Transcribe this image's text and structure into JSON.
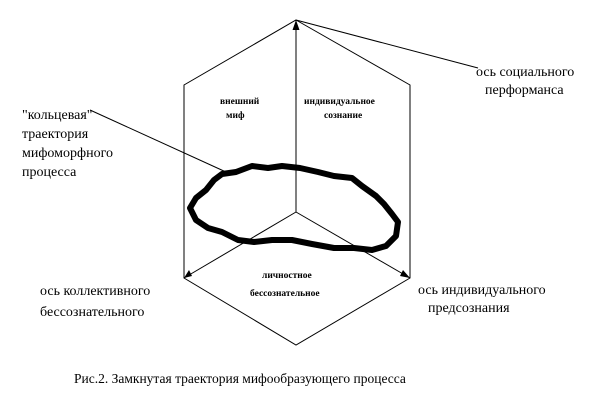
{
  "labels": {
    "social_axis": [
      "ось социального",
      "перформанса"
    ],
    "ring_label": [
      "\"кольцевая\"",
      "траектория",
      "мифоморфного",
      "процесса"
    ],
    "collective_axis": [
      "ось коллективного",
      "бессознательного"
    ],
    "individual_axis": [
      "ось индивидуального",
      "предсознания"
    ]
  },
  "sectors": {
    "external_myth": [
      "внешний",
      "миф"
    ],
    "individual_consciousness": [
      "индивидуальное",
      "сознание"
    ],
    "personal_unconscious": [
      "личностное",
      "бессознательное"
    ]
  },
  "caption": "Рис.2. Замкнутая траектория мифообразующего процесса"
}
